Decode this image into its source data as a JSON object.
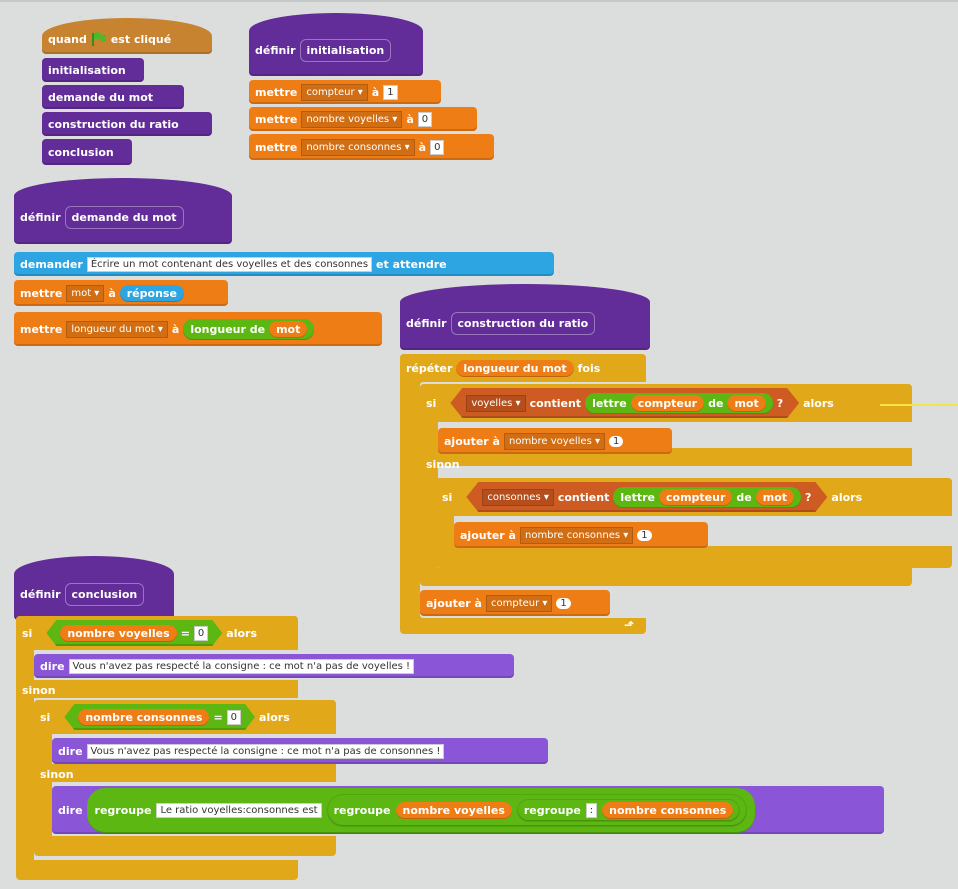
{
  "scripts": {
    "main": {
      "hat": {
        "pre": "quand",
        "icon": "green-flag",
        "post": "est cliqué"
      },
      "calls": [
        "initialisation",
        "demande du mot",
        "construction du ratio",
        "conclusion"
      ]
    },
    "init": {
      "define_label": "définir",
      "name": "initialisation",
      "rows": [
        {
          "cmd": "mettre",
          "var": "compteur",
          "to": "à",
          "value": "1"
        },
        {
          "cmd": "mettre",
          "var": "nombre voyelles",
          "to": "à",
          "value": "0"
        },
        {
          "cmd": "mettre",
          "var": "nombre consonnes",
          "to": "à",
          "value": "0"
        }
      ]
    },
    "ask": {
      "define_label": "définir",
      "name": "demande du mot",
      "ask_cmd": "demander",
      "ask_text": "Écrire un mot contenant des voyelles et des consonnes",
      "ask_wait": "et attendre",
      "set1": {
        "cmd": "mettre",
        "var": "mot",
        "to": "à",
        "reporter": "réponse"
      },
      "set2": {
        "cmd": "mettre",
        "var": "longueur du mot",
        "to": "à",
        "op": "longueur de",
        "arg": "mot"
      }
    },
    "ratio": {
      "define_label": "définir",
      "name": "construction du ratio",
      "repeat": "répéter",
      "repeat_arg": "longueur du mot",
      "repeat_post": "fois",
      "if1": {
        "si": "si",
        "list": "voyelles",
        "contains": "contient",
        "letter": "lettre",
        "idx": "compteur",
        "of": "de",
        "word": "mot",
        "q": "?",
        "then": "alors"
      },
      "add1": {
        "cmd": "ajouter à",
        "var": "nombre voyelles",
        "value": "1"
      },
      "else1": "sinon",
      "if2": {
        "si": "si",
        "list": "consonnes",
        "contains": "contient",
        "letter": "lettre",
        "idx": "compteur",
        "of": "de",
        "word": "mot",
        "q": "?",
        "then": "alors"
      },
      "add2": {
        "cmd": "ajouter à",
        "var": "nombre consonnes",
        "value": "1"
      },
      "add3": {
        "cmd": "ajouter à",
        "var": "compteur",
        "value": "1"
      },
      "loop_icon": "loop-arrow"
    },
    "conclusion": {
      "define_label": "définir",
      "name": "conclusion",
      "if1": {
        "si": "si",
        "var": "nombre voyelles",
        "eq": "=",
        "value": "0",
        "then": "alors"
      },
      "say1": {
        "cmd": "dire",
        "text": "Vous n'avez pas respecté la consigne : ce mot n'a pas de voyelles !"
      },
      "else1": "sinon",
      "if2": {
        "si": "si",
        "var": "nombre consonnes",
        "eq": "=",
        "value": "0",
        "then": "alors"
      },
      "say2": {
        "cmd": "dire",
        "text": "Vous n'avez pas respecté la consigne : ce mot n'a pas de consonnes !"
      },
      "else2": "sinon",
      "say3": {
        "cmd": "dire",
        "join": "regroupe",
        "text": "Le ratio voyelles:consonnes est",
        "var1": "nombre voyelles",
        "sep": ":",
        "var2": "nombre consonnes"
      }
    }
  }
}
